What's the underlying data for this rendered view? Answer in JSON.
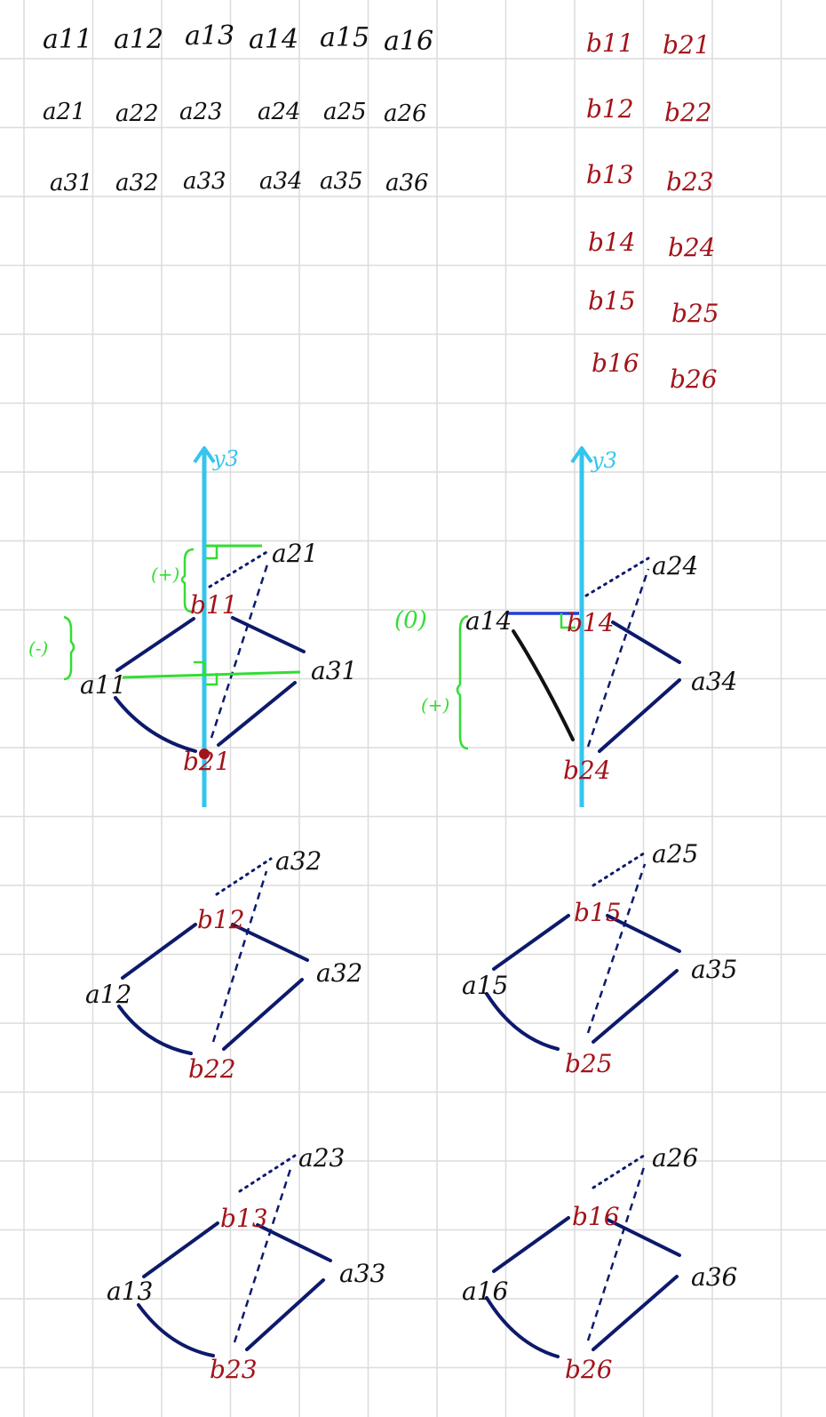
{
  "colors": {
    "grid": "#dcdcdc",
    "black": "#111111",
    "red": "#a3141b",
    "navy": "#0d1a6b",
    "blue": "#1f3fd6",
    "green": "#33dd33",
    "cyan": "#33c5ee"
  },
  "matrix_a": {
    "row1": [
      "a11",
      "a12",
      "a13",
      "a14",
      "a15",
      "a16"
    ],
    "row2": [
      "a21",
      "a22",
      "a23",
      "a24",
      "a25",
      "a26"
    ],
    "row3": [
      "a31",
      "a32",
      "a33",
      "a34",
      "a35",
      "a36"
    ]
  },
  "matrix_b": {
    "col1": [
      "b11",
      "b12",
      "b13",
      "b14",
      "b15",
      "b16"
    ],
    "col2": [
      "b21",
      "b22",
      "b23",
      "b24",
      "b25",
      "b26"
    ]
  },
  "axis_label": "y3",
  "annotations": {
    "d1_plus": "(+)",
    "d1_minus": "(-)",
    "d2_zero": "(0)",
    "d2_plus": "(+)"
  },
  "diagrams": [
    {
      "top": "b11",
      "left": "a11",
      "right": "a31",
      "bottom": "b21",
      "far": "a21"
    },
    {
      "top": "b14",
      "left": "a14",
      "right": "a34",
      "bottom": "b24",
      "far": "a24"
    },
    {
      "top": "b12",
      "left": "a12",
      "right": "a32",
      "bottom": "b22",
      "far": "a32"
    },
    {
      "top": "b15",
      "left": "a15",
      "right": "a35",
      "bottom": "b25",
      "far": "a25"
    },
    {
      "top": "b13",
      "left": "a13",
      "right": "a33",
      "bottom": "b23",
      "far": "a23"
    },
    {
      "top": "b16",
      "left": "a16",
      "right": "a36",
      "bottom": "b26",
      "far": "a26"
    }
  ]
}
